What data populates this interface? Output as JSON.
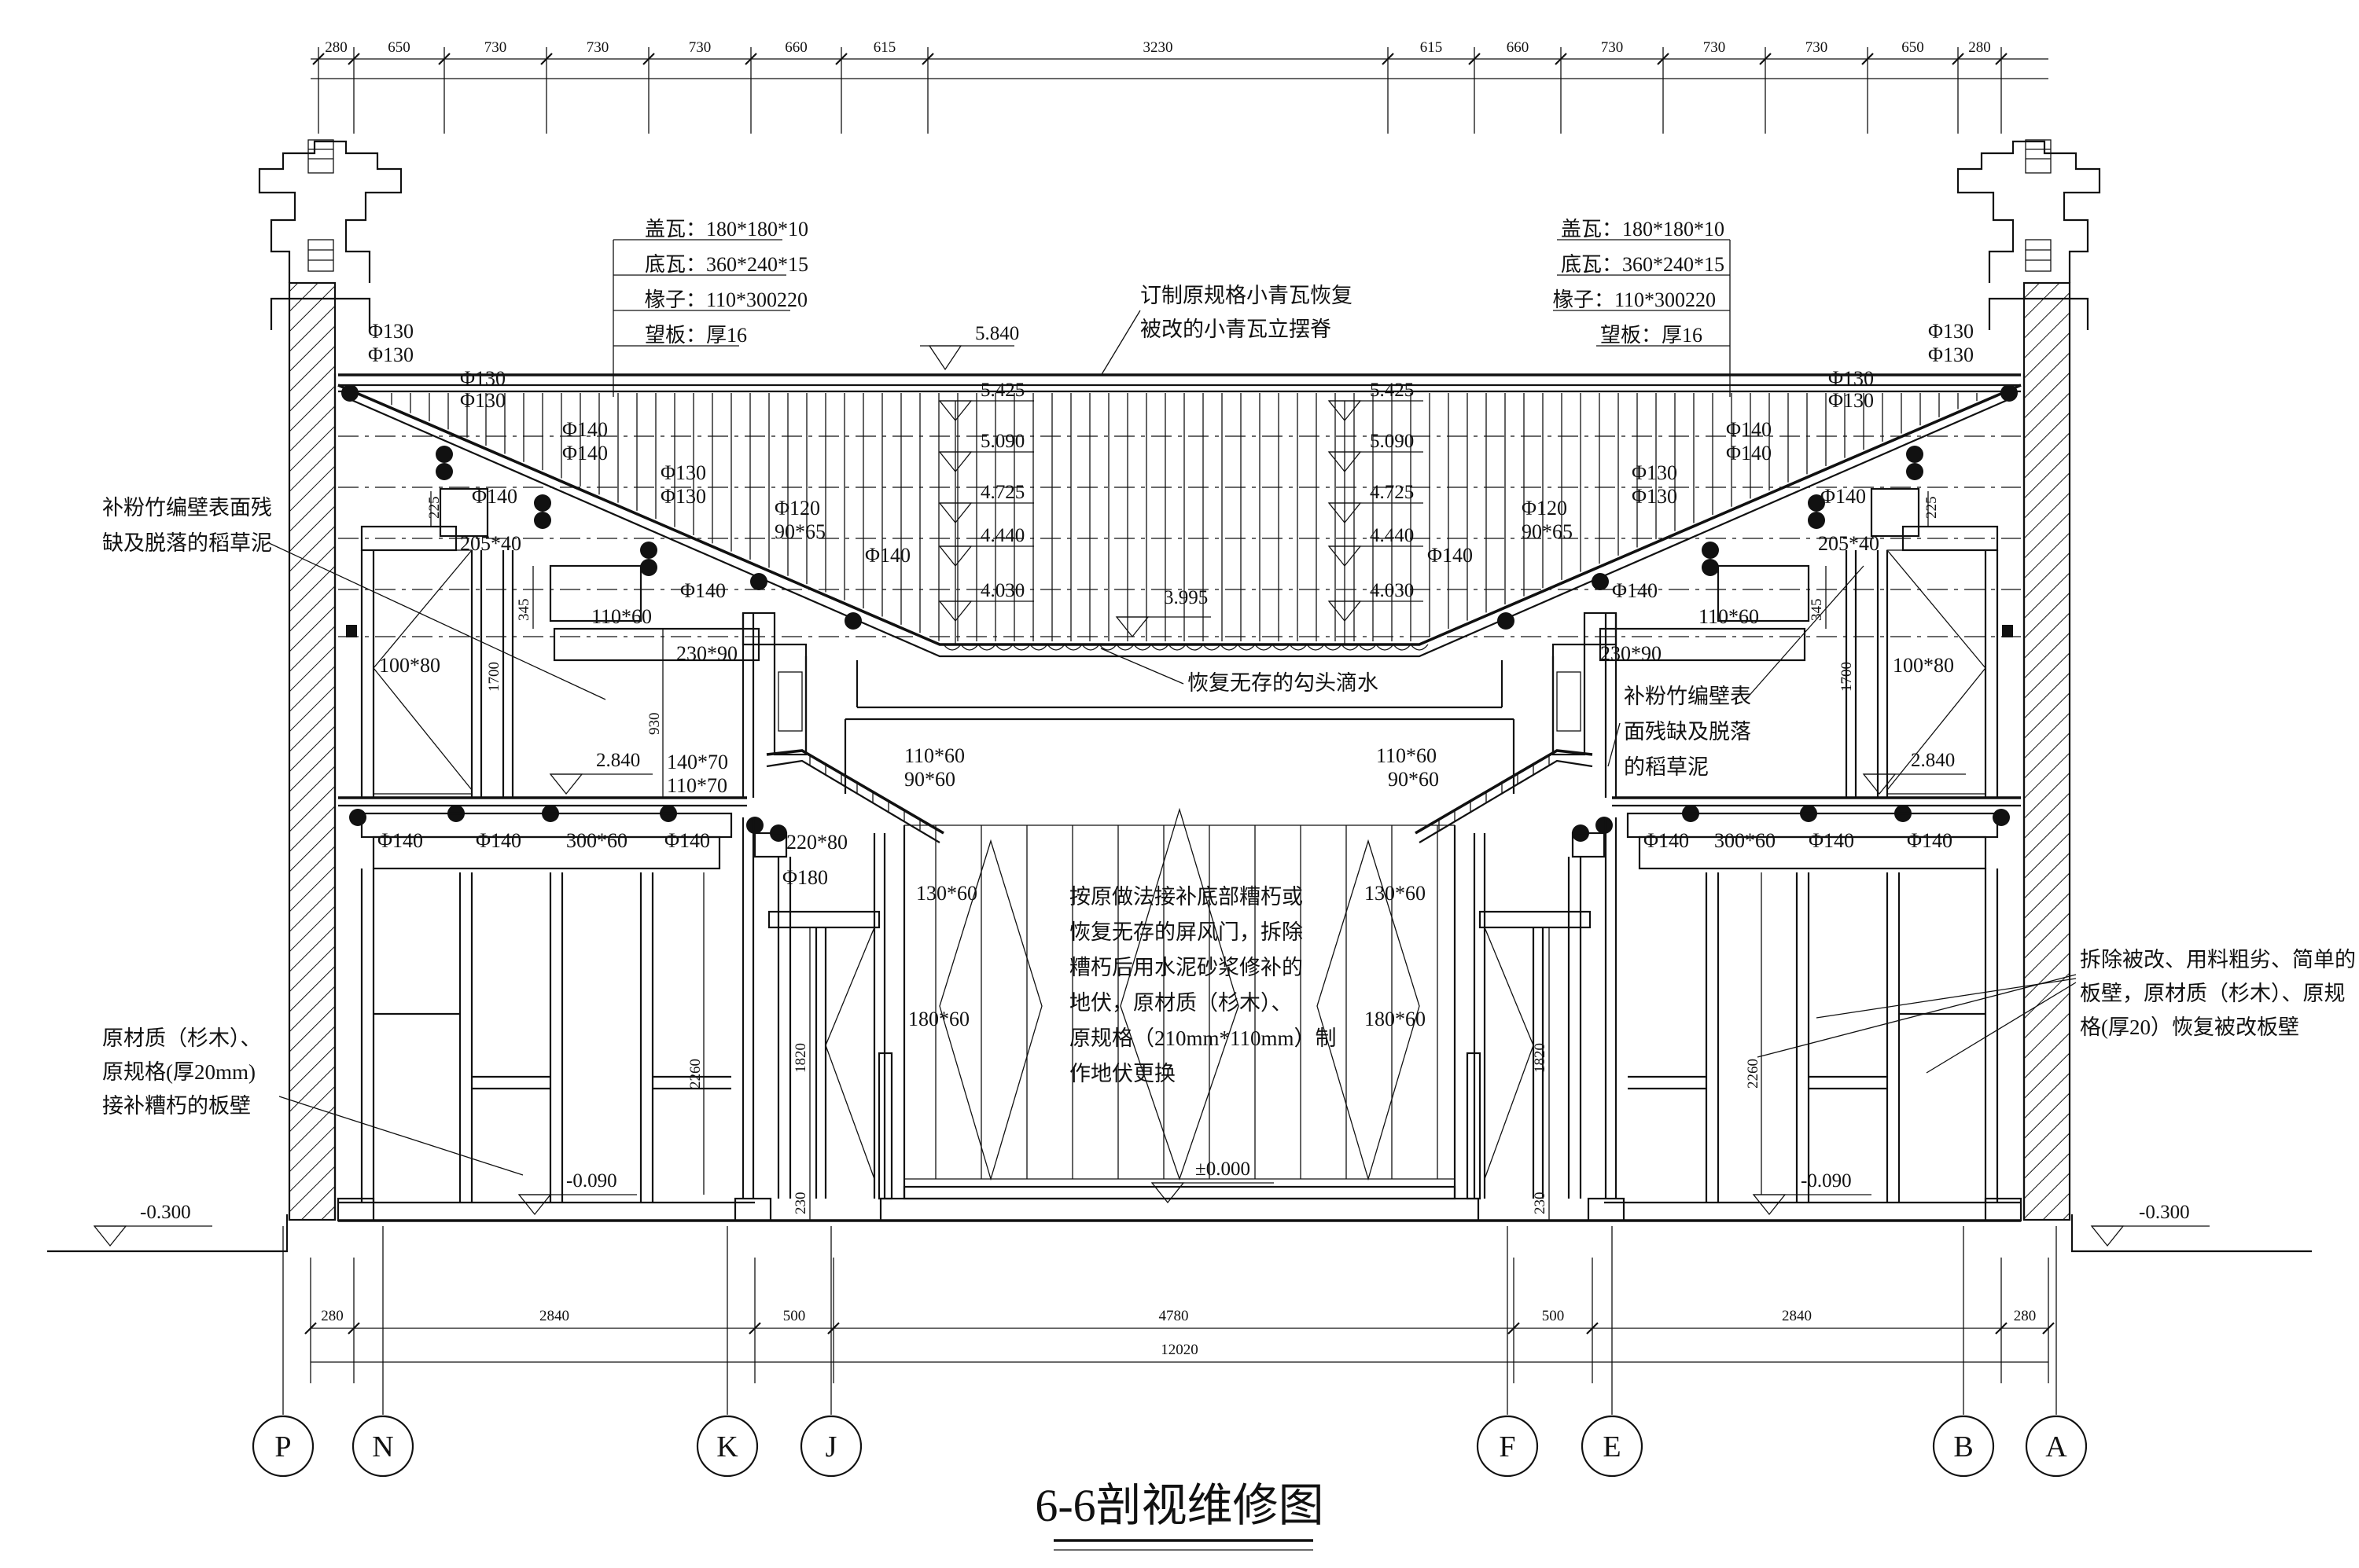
{
  "drawing": {
    "title": "6-6剖视维修图",
    "dimensions_top": [
      "280",
      "650",
      "730",
      "730",
      "730",
      "660",
      "615",
      "3230",
      "615",
      "660",
      "730",
      "730",
      "730",
      "650",
      "280"
    ],
    "dimensions_bottom": [
      "280",
      "2840",
      "500",
      "4780",
      "500",
      "2840",
      "280"
    ],
    "dimension_total": "12020",
    "axes": [
      "P",
      "N",
      "K",
      "J",
      "F",
      "E",
      "B",
      "A"
    ],
    "levels": {
      "ridge": "5.840",
      "l5425": "5.425",
      "l5090": "5.090",
      "l4725": "4.725",
      "l4440": "4.440",
      "l4030": "4.030",
      "l3995": "3.995",
      "l2840": "2.840",
      "floor": "±0.000",
      "room": "-0.090",
      "ground": "-0.300"
    },
    "roof_spec": {
      "cap_tile": "盖瓦：180*180*10",
      "bottom_tile": "底瓦：360*240*15",
      "rafter": "椽子：110*300220",
      "board": "望板：厚16",
      "rafter_right": "椽子：110*300220"
    },
    "members": {
      "d130": "Φ130",
      "d140": "Φ140",
      "d120": "Φ120",
      "d180": "Φ180",
      "m90x65": "90*65",
      "m205x40": "205*40",
      "m110x60": "110*60",
      "m230x90": "230*90",
      "m100x80": "100*80",
      "m140x70": "140*70",
      "m110x70": "110*70",
      "m300x60": "300*60",
      "m220x80": "220*80",
      "m90x60": "90*60",
      "m130x60": "130*60",
      "m180x60": "180*60",
      "h225": "225",
      "h345": "345",
      "h1700": "1700",
      "h930": "930",
      "h2260": "2260",
      "h1820": "1820",
      "h230": "230"
    },
    "notes": {
      "roof_tile_1": "订制原规格小青瓦恢复",
      "roof_tile_2": "被改的小青瓦立摆脊",
      "eave_drip": "恢复无存的勾头滴水",
      "mud_left_1": "补粉竹编壁表面残",
      "mud_left_2": "缺及脱落的稻草泥",
      "mud_right_1": "补粉竹编壁表",
      "mud_right_2": "面残缺及脱落",
      "mud_right_3": "的稻草泥",
      "board_left_1": "原材质（杉木）、",
      "board_left_2": "原规格(厚20mm)",
      "board_left_3": "接补糟朽的板壁",
      "board_right_1": "拆除被改、用料粗劣、简单的",
      "board_right_2": "板壁，原材质（杉木）、原规",
      "board_right_3": "格(厚20）恢复被改板壁",
      "center_1": "按原做法接补底部糟朽或",
      "center_2": "恢复无存的屏风门，拆除",
      "center_3": "糟朽后用水泥砂浆修补的",
      "center_4": "地伏，原材质（杉木）、",
      "center_5": "原规格（210mm*110mm）制",
      "center_6": "作地伏更换"
    }
  }
}
